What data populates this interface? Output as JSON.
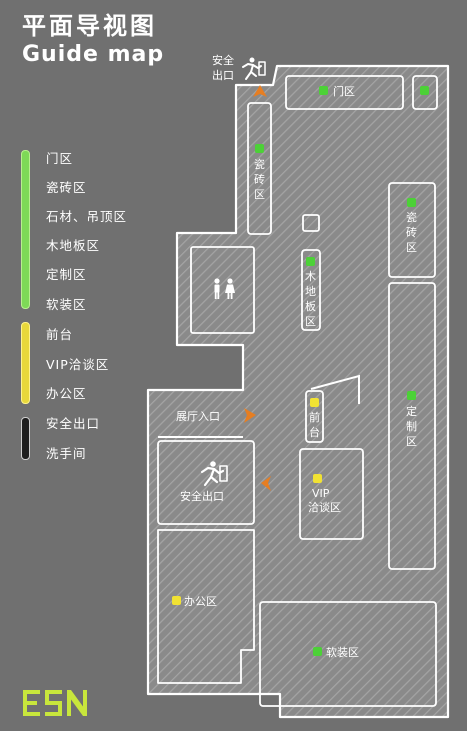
{
  "title": {
    "cn": "平面导视图",
    "en": "Guide map"
  },
  "legend": {
    "groups": [
      {
        "color": "#7ed957",
        "items": [
          "门区",
          "瓷砖区",
          "石材、吊顶区",
          "木地板区",
          "定制区",
          "软装区"
        ]
      },
      {
        "color": "#e8d83a",
        "items": [
          "前台",
          "VIP洽谈区",
          "办公区"
        ]
      },
      {
        "color": "#1e1e1e",
        "items": [
          "安全出口",
          "洗手间"
        ]
      }
    ]
  },
  "map": {
    "colors": {
      "green": "#4cd137",
      "yellow": "#f1e233",
      "orange": "#e67e22"
    },
    "rooms": {
      "door": "门区",
      "tile_left": "瓷砖区",
      "tile_right": "瓷砖区",
      "wood": "木地板区",
      "custom": "定制区",
      "front_desk": "前台",
      "vip_line1": "VIP",
      "vip_line2": "洽谈区",
      "office": "办公区",
      "soft": "软装区",
      "exit_main": "安全出口",
      "exit_top_line1": "安全",
      "exit_top_line2": "出口",
      "entrance": "展厅入口"
    },
    "icons": [
      "restroom-icon",
      "exit-runner-icon",
      "entrance-arrow-icon"
    ]
  },
  "logo": {
    "text": "ESN",
    "color": "#c8e63c"
  }
}
